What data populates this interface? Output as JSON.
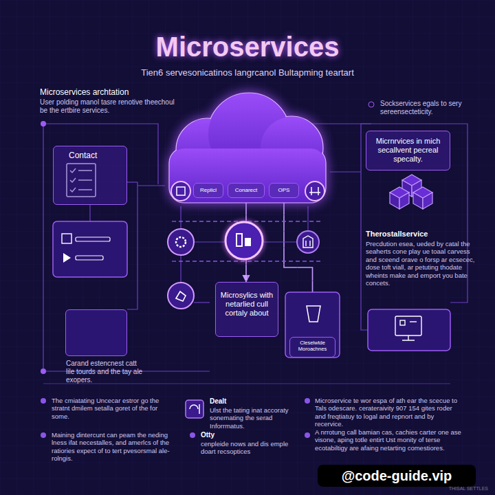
{
  "diagram": {
    "title": "Microservices",
    "nodes": [
      {
        "text": [
          "Contact"
        ]
      },
      {
        "text": [
          "Replicl"
        ]
      },
      {
        "text": [
          "Conarect"
        ]
      },
      {
        "text": [
          "OPS"
        ]
      },
      {
        "text": [
          "Micrnrvices in mich secallvent pecreal specalty."
        ]
      },
      {
        "text": [
          "Microsylics with netarlied cull cortaly about"
        ]
      },
      {
        "text": [
          "Cleselwtde Moroachnes"
        ]
      },
      {
        "text": [
          "Carand estencnest catt lile tourds and the tay ale exopers."
        ]
      }
    ],
    "edges": [
      {
        "from": 2,
        "to": 5,
        "arrow": "to"
      },
      {
        "from": 3,
        "to": 6,
        "arrow": "to"
      }
    ],
    "labels": [
      "Tien6 servesonicatinos langrcanol Bultapming teartart",
      "Microservices archtation",
      "User polding manol tasre renotive theechoul be the ertbire services.",
      "Sockservices egals to sery sereensecteticity.",
      "Therostallservice",
      "Precdution esea, ueded by catal the seaherts cone play ue toaal carvess and sceend orave o forsp ar ecsecec, dose toft viall, ar petuting thodate wheints make and emport you bate concets.",
      "The cmiatating Uncecar estror go the stratnt dmilem setalla goret of the for some.",
      "Maining dintercunt can peam the neding lness ifat necestalles, and amerlcs of the ratiories expect of to tert pvesorsmal ale-rolngis.",
      "Dealt",
      "Ulst the tating inat accoraty sonemating the serad Inforrmatus.",
      "Otty",
      "cenpleide nows and dis emple doart recsoptices",
      "Microservice te wor espa of ath ear the scecue to Tals odescare. cerateraivity 907 154 gites roder and freqtiatuy to logal and repnort and by recervice.",
      "A nrrotung call bamian cas, cachies carter one ase visone, aping totle entirt Ust monity of terse ecotabiltigy are afaing netarting comestiores.",
      "@code-guide.vip",
      "THISAL SETTLES"
    ]
  }
}
